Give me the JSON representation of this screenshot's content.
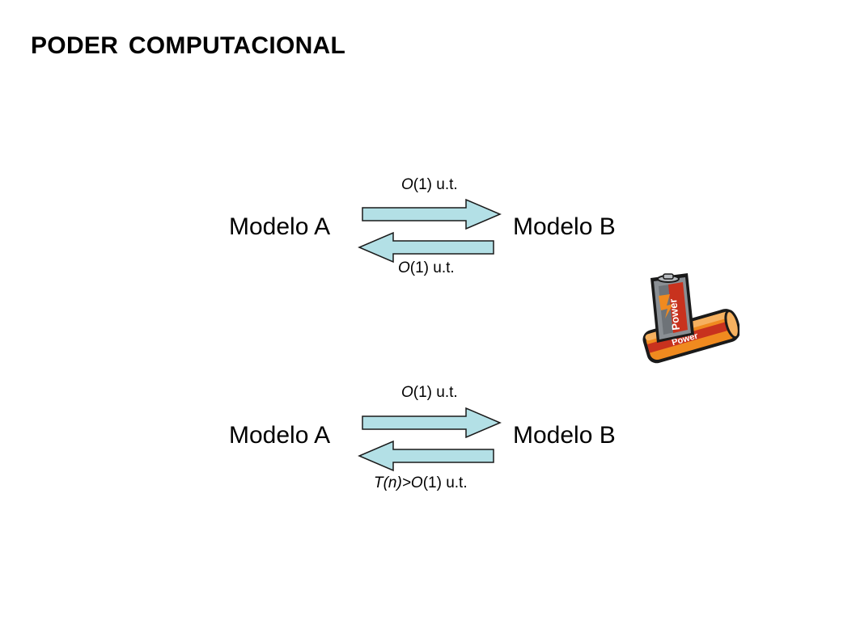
{
  "title": "PODER COMPUTACIONAL",
  "colors": {
    "arrow_fill": "#b3e0e6",
    "arrow_stroke": "#1a1a1a",
    "battery_orange": "#f08a1f",
    "battery_red": "#c8321e",
    "battery_gray": "#8a8f94"
  },
  "battery_text": "Power",
  "diagrams": [
    {
      "model_a": "Modelo A",
      "model_b": "Modelo B",
      "forward_cost": {
        "italic": "O",
        "rest": "(1) u.t."
      },
      "backward_cost": {
        "italic": "O",
        "rest": "(1) u.t."
      }
    },
    {
      "model_a": "Modelo A",
      "model_b": "Modelo B",
      "forward_cost": {
        "italic": "O",
        "rest": "(1) u.t."
      },
      "backward_cost": {
        "italic_prefix": "T(n)>O",
        "rest": "(1) u.t."
      }
    }
  ]
}
